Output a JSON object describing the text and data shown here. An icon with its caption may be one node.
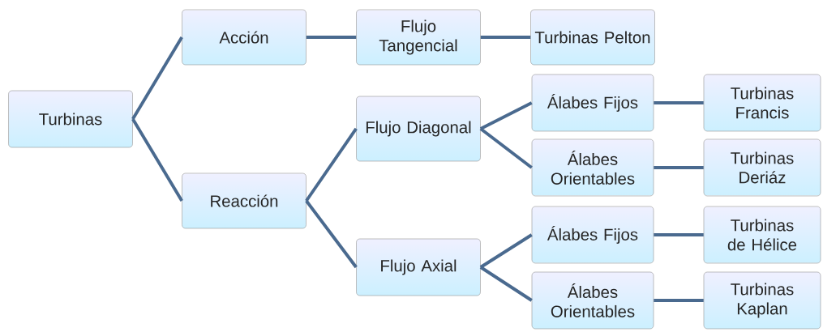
{
  "diagram": {
    "nodes": [
      {
        "text": [
          "Turbinas"
        ]
      },
      {
        "text": [
          "Acción"
        ]
      },
      {
        "text": [
          "Reacción"
        ]
      },
      {
        "text": [
          "Flujo Tangencial"
        ]
      },
      {
        "text": [
          "Turbinas Pelton"
        ]
      },
      {
        "text": [
          "Flujo Diagonal"
        ]
      },
      {
        "text": [
          "Flujo Axial"
        ]
      },
      {
        "text": [
          "Álabes Fijos"
        ]
      },
      {
        "text": [
          "Álabes Orientables"
        ]
      },
      {
        "text": [
          "Álabes Fijos"
        ]
      },
      {
        "text": [
          "Álabes Orientables"
        ]
      },
      {
        "text": [
          "Turbinas Francis"
        ]
      },
      {
        "text": [
          "Turbinas Deriáz"
        ]
      },
      {
        "text": [
          "Turbinas de Hélice"
        ]
      },
      {
        "text": [
          "Turbinas Kaplan"
        ]
      }
    ],
    "edges": [
      {
        "from": 0,
        "to": 1,
        "arrow": "none"
      },
      {
        "from": 0,
        "to": 2,
        "arrow": "none"
      },
      {
        "from": 1,
        "to": 3,
        "arrow": "none"
      },
      {
        "from": 3,
        "to": 4,
        "arrow": "none"
      },
      {
        "from": 2,
        "to": 5,
        "arrow": "none"
      },
      {
        "from": 2,
        "to": 6,
        "arrow": "none"
      },
      {
        "from": 5,
        "to": 7,
        "arrow": "none"
      },
      {
        "from": 5,
        "to": 8,
        "arrow": "none"
      },
      {
        "from": 6,
        "to": 9,
        "arrow": "none"
      },
      {
        "from": 6,
        "to": 10,
        "arrow": "none"
      },
      {
        "from": 7,
        "to": 11,
        "arrow": "none"
      },
      {
        "from": 8,
        "to": 12,
        "arrow": "none"
      },
      {
        "from": 9,
        "to": 13,
        "arrow": "none"
      },
      {
        "from": 10,
        "to": 14,
        "arrow": "none"
      }
    ]
  }
}
